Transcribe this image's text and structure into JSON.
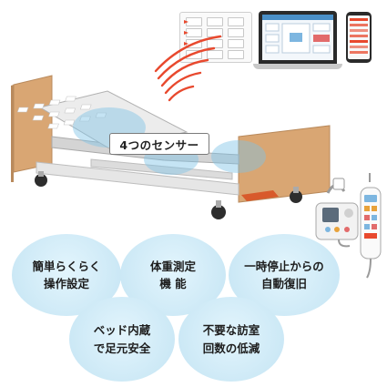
{
  "sensor_label": "4つのセンサー",
  "features": [
    {
      "line1": "簡単らくらく",
      "line2": "操作設定"
    },
    {
      "line1": "体重測定",
      "line2": "機 能"
    },
    {
      "line1": "一時停止からの",
      "line2": "自動復旧"
    },
    {
      "line1": "ベッド内蔵",
      "line2": "で足元安全"
    },
    {
      "line1": "不要な訪室",
      "line2": "回数の低減"
    }
  ],
  "colors": {
    "bubble": "#cde9f6",
    "wave": "#e8492e",
    "wood": "#d9a673",
    "frame": "#dcdcdc",
    "pedal": "#d85a2b"
  },
  "icons": [
    "signal-wave-icon",
    "nurse-call-panel-icon",
    "laptop-icon",
    "smartphone-icon",
    "hand-controller-icon",
    "bed-control-unit-icon"
  ]
}
